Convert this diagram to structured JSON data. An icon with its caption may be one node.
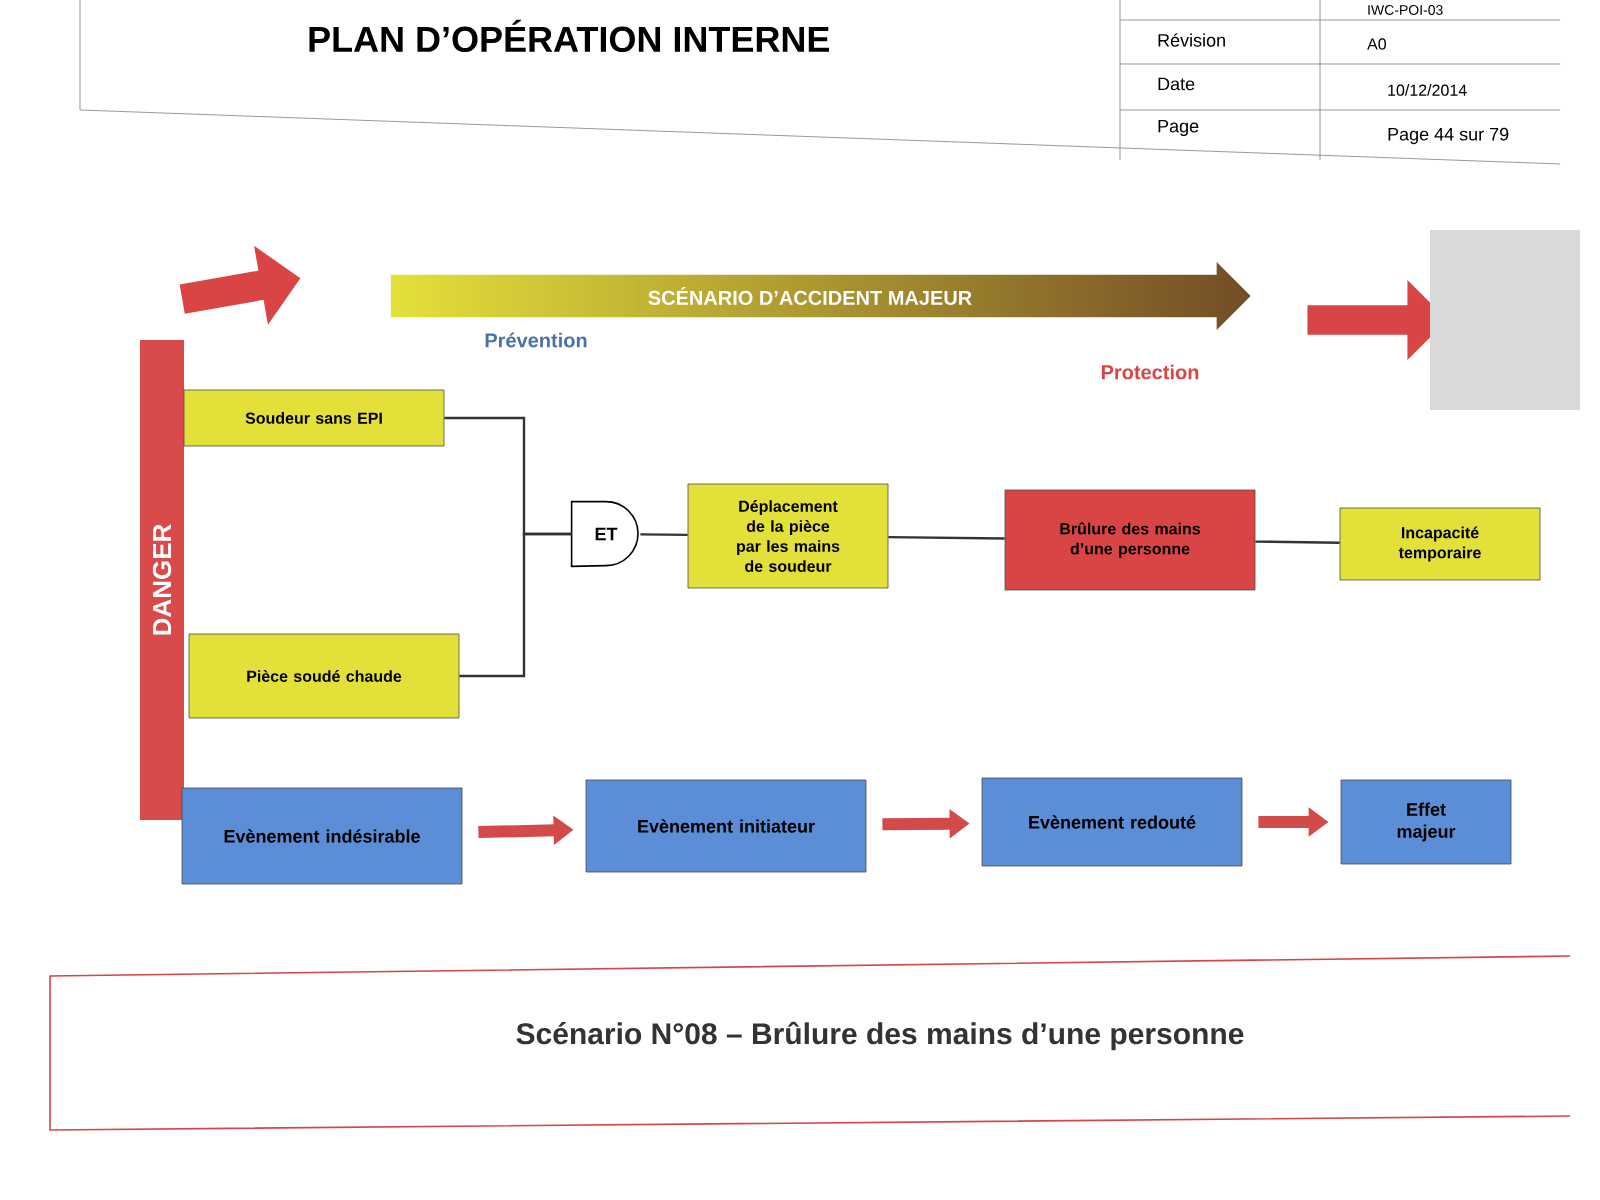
{
  "diagram": {
    "title": "PLAN D’OPÉRATION INTERNE",
    "caption": "Scénario N°08 – Brûlure des mains d’une personne",
    "nodes": [
      {
        "text": [
          "Soudeur sans EPI"
        ]
      },
      {
        "text": [
          "Pièce soudé chaude"
        ]
      },
      {
        "text": [
          "ET"
        ]
      },
      {
        "text": [
          "Déplacement de la pièce par les mains de soudeur"
        ]
      },
      {
        "text": [
          "Brûlure des mains d’une personne"
        ]
      },
      {
        "text": [
          "Incapacité temporaire"
        ]
      },
      {
        "text": [
          "Evènement indésirable"
        ]
      },
      {
        "text": [
          "Evènement initiateur"
        ]
      },
      {
        "text": [
          "Evènement redouté"
        ]
      },
      {
        "text": [
          "Effet majeur"
        ]
      },
      {
        "text": [
          "DANGER"
        ]
      },
      {
        "text": [
          "SCÉNARIO D’ACCIDENT MAJEUR"
        ]
      }
    ],
    "edges": [
      {
        "from": 0,
        "to": 2,
        "arrow": "none"
      },
      {
        "from": 1,
        "to": 2,
        "arrow": "none"
      },
      {
        "from": 2,
        "to": 3,
        "arrow": "none"
      },
      {
        "from": 3,
        "to": 4,
        "arrow": "none"
      },
      {
        "from": 4,
        "to": 5,
        "arrow": "none"
      },
      {
        "from": 6,
        "to": 7,
        "arrow": "to",
        "style": "thick",
        "color": "#d24a4a"
      },
      {
        "from": 7,
        "to": 8,
        "arrow": "to",
        "style": "thick",
        "color": "#d24a4a"
      },
      {
        "from": 8,
        "to": 9,
        "arrow": "to",
        "style": "thick",
        "color": "#d24a4a"
      }
    ],
    "labels": [
      "IWC-POI-03",
      "Révision",
      "A0",
      "Date",
      "10/12/2014",
      "Page",
      "Page 44 sur 79",
      "Prévention",
      "Protection"
    ]
  }
}
